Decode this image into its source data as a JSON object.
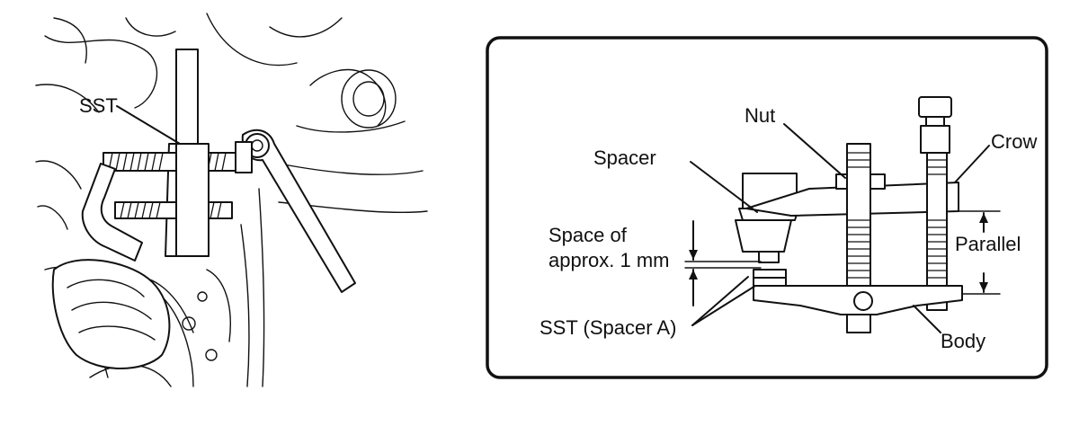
{
  "left_view": {
    "label_sst": "SST"
  },
  "detail_view": {
    "label_nut": "Nut",
    "label_crow": "Crow",
    "label_spacer": "Spacer",
    "label_space_line1": "Space of",
    "label_space_line2": "approx. 1 mm",
    "label_parallel": "Parallel",
    "label_sst_spacer": "SST (Spacer A)",
    "label_body": "Body"
  },
  "colors": {
    "line": "#111111",
    "background": "#ffffff"
  }
}
